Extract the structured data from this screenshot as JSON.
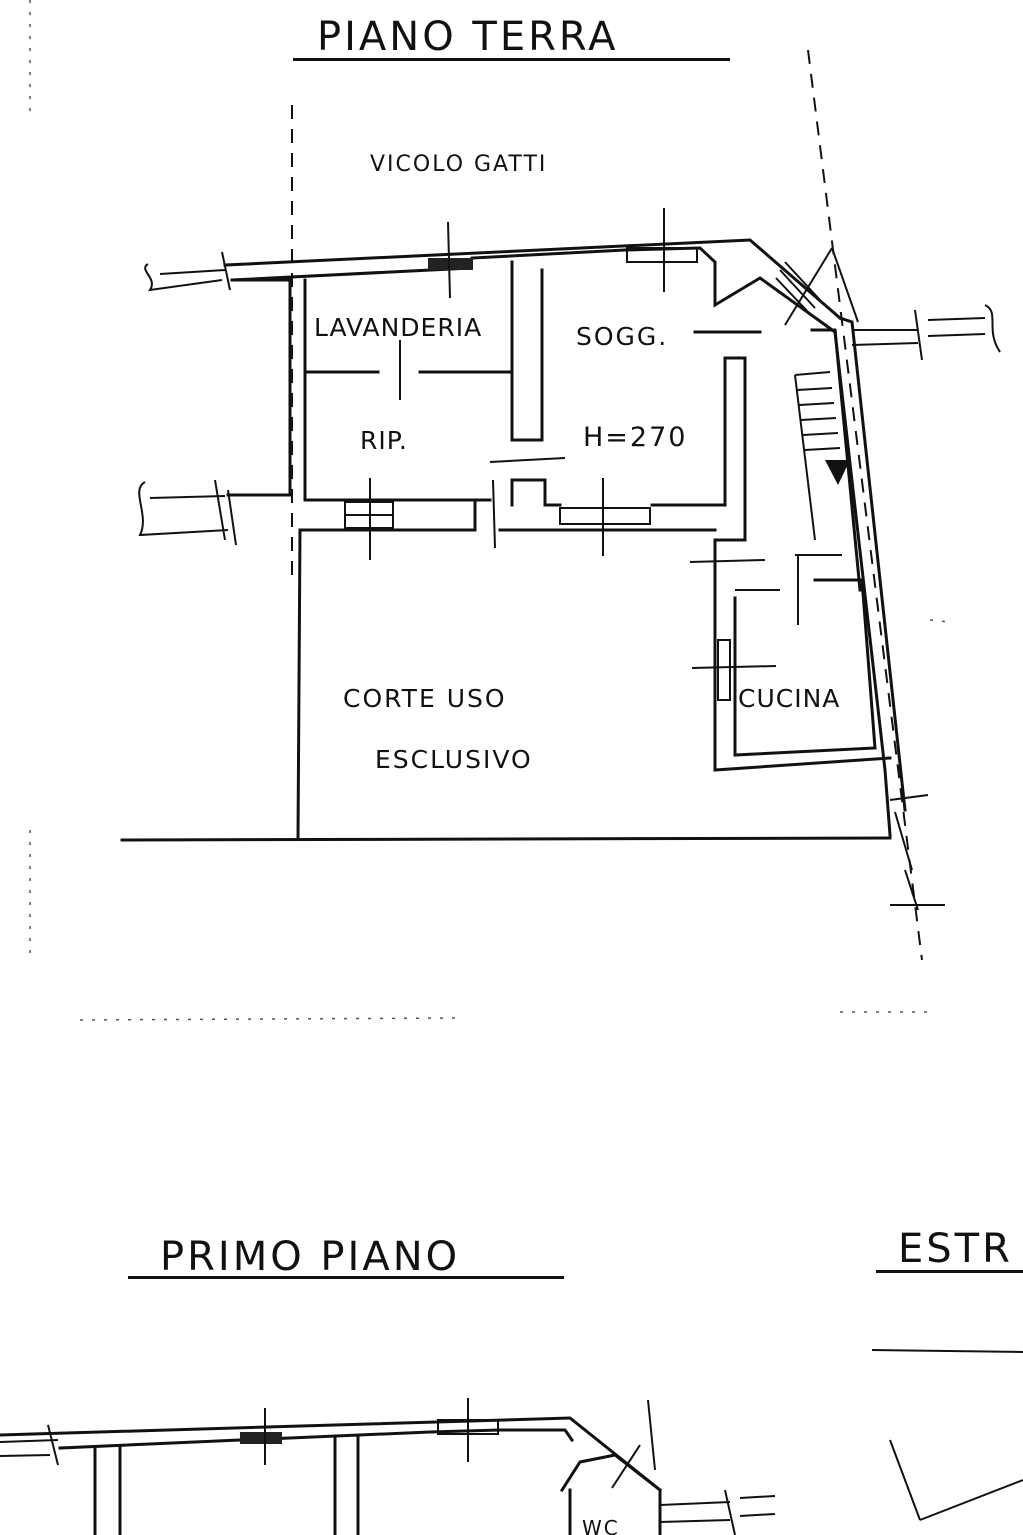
{
  "plan": {
    "ground_floor": {
      "title": "PIANO   TERRA",
      "street": "VICOLO   GATTI",
      "rooms": {
        "lavanderia": "LAVANDERIA",
        "soggiorno": "SOGG.",
        "ripostiglio": "RIP.",
        "height": "H=270",
        "court_line1": "CORTE    USO",
        "court_line2": "ESCLUSIVO",
        "cucina": "CUCINA"
      }
    },
    "first_floor": {
      "title": "PRIMO   PIANO",
      "wc": "WC"
    },
    "partial_title": "ESTR"
  }
}
